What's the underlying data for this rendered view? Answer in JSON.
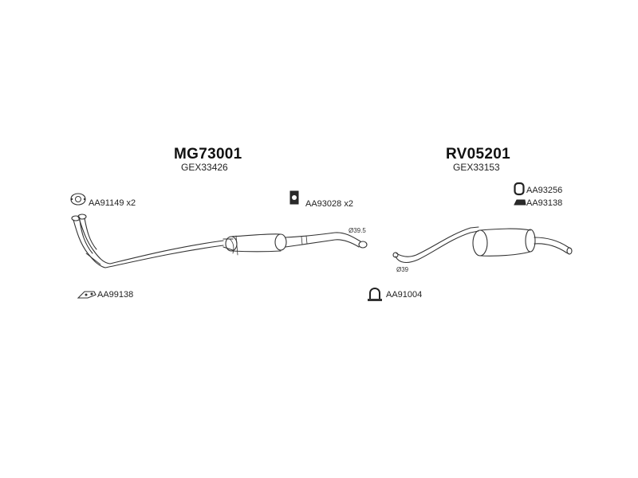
{
  "kits": [
    {
      "code": "MG73001",
      "sub_code": "GEX33426",
      "diameter": "Ø39.5",
      "parts": [
        {
          "code": "AA91149",
          "qty": "x2",
          "icon": "gasket-icon"
        },
        {
          "code": "AA93028",
          "qty": "x2",
          "icon": "rubber-hanger-icon"
        },
        {
          "code": "AA99138",
          "qty": "",
          "icon": "mounting-bracket-icon"
        }
      ]
    },
    {
      "code": "RV05201",
      "sub_code": "GEX33153",
      "diameter": "Ø39",
      "parts": [
        {
          "code": "AA93256",
          "qty": "",
          "icon": "rubber-ring-icon"
        },
        {
          "code": "AA93138",
          "qty": "",
          "icon": "rubber-mount-icon"
        },
        {
          "code": "AA91004",
          "qty": "",
          "icon": "u-clamp-icon"
        }
      ]
    }
  ],
  "colors": {
    "line": "#333333",
    "background": "#ffffff"
  }
}
